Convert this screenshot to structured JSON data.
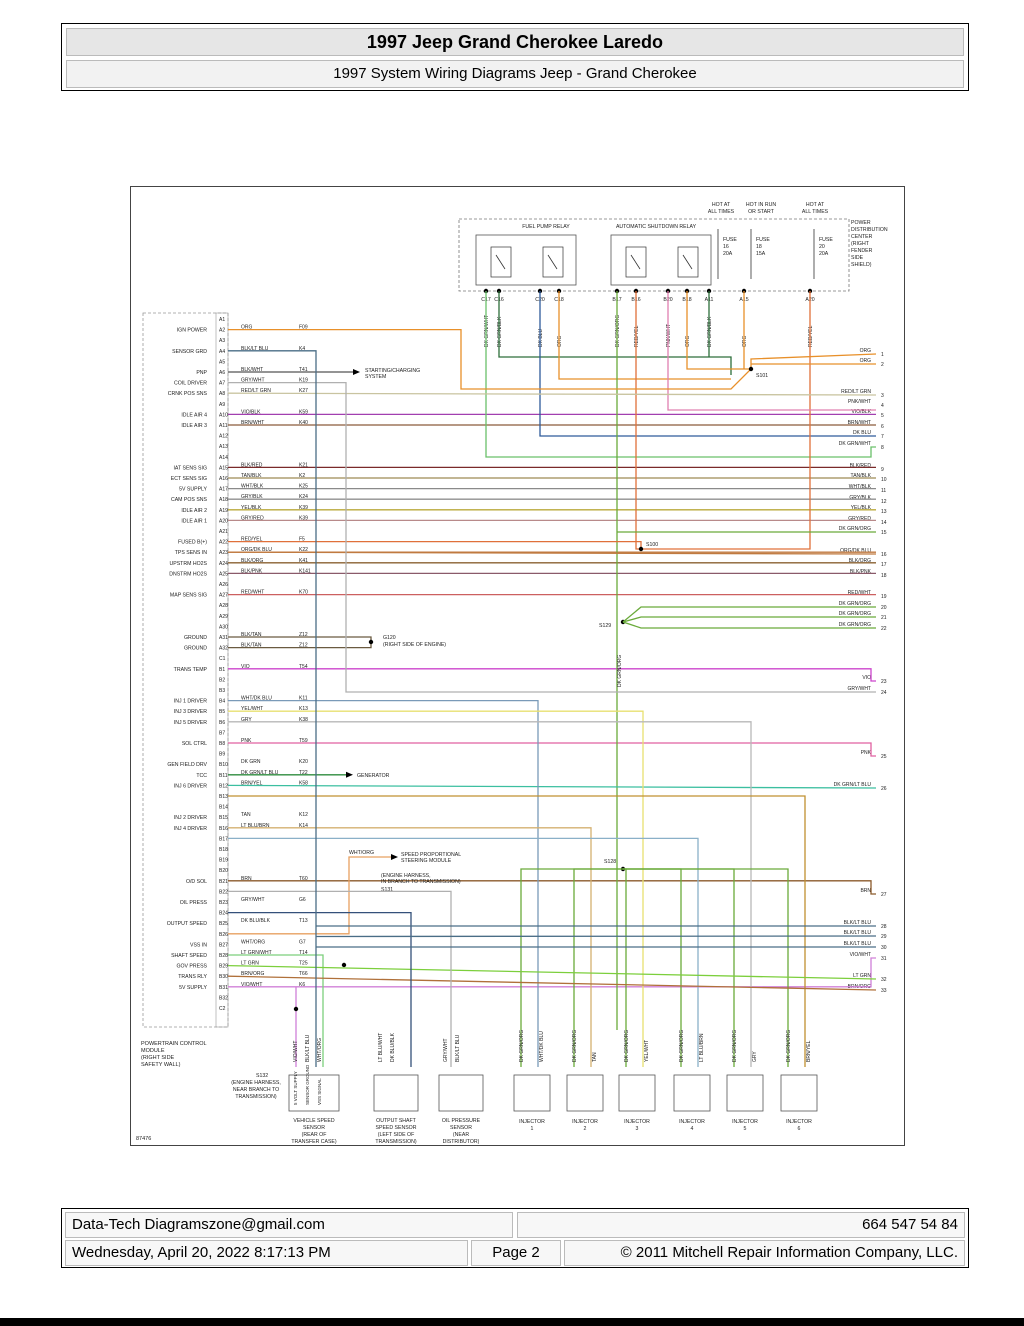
{
  "header": {
    "title": "1997 Jeep Grand Cherokee Laredo",
    "subtitle": "1997 System Wiring Diagrams Jeep - Grand Cherokee"
  },
  "footer": {
    "left_top": "Data-Tech Diagramszone@gmail.com",
    "right_top": "664 547 54 84",
    "date": "Wednesday, April 20, 2022 8:17:13 PM",
    "page": "Page 2",
    "copyright": "© 2011 Mitchell Repair Information Company, LLC."
  },
  "diagram": {
    "figure_id": "87476",
    "module_label": [
      "POWERTRAIN CONTROL",
      "MODULE",
      "(RIGHT SIDE",
      "SAFETY WALL)"
    ],
    "pdc_label": [
      "POWER",
      "DISTRIBUTION",
      "CENTER",
      "(RIGHT",
      "FENDER",
      "SIDE",
      "SHIELD)"
    ],
    "relays": [
      "FUEL PUMP RELAY",
      "AUTOMATIC SHUTDOWN RELAY"
    ],
    "hot_labels": [
      [
        "HOT AT",
        "ALL TIMES"
      ],
      [
        "HOT IN RUN",
        "OR START"
      ],
      [
        "HOT AT",
        "ALL TIMES"
      ]
    ],
    "fuses": [
      [
        "FUSE",
        "16",
        "20A"
      ],
      [
        "FUSE",
        "18",
        "15A"
      ],
      [
        "FUSE",
        "20",
        "20A"
      ]
    ],
    "pdc_pins": [
      "C17",
      "C16",
      "C20",
      "C18",
      "B17",
      "B16",
      "B20",
      "B18",
      "A11",
      "A15",
      "A20"
    ],
    "pdc_wire_colors": [
      "DK GRN/WHT",
      "DK GRN/BLK",
      "DK BLU",
      "ORG",
      "DK GRN/ORG",
      "RED/YEL",
      "PNK/WHT",
      "ORG",
      "DK GRN/BLK",
      "ORG",
      "RED/YEL"
    ],
    "pins": [
      {
        "pin": "A1",
        "func": "",
        "color": "",
        "circuit": ""
      },
      {
        "pin": "A2",
        "func": "IGN POWER",
        "color": "ORG",
        "circuit": "F09"
      },
      {
        "pin": "A3",
        "func": "",
        "color": "",
        "circuit": ""
      },
      {
        "pin": "A4",
        "func": "SENSOR GRD",
        "color": "BLK/LT BLU",
        "circuit": "K4"
      },
      {
        "pin": "A5",
        "func": "",
        "color": "",
        "circuit": ""
      },
      {
        "pin": "A6",
        "func": "PNP",
        "color": "BLK/WHT",
        "circuit": "T41"
      },
      {
        "pin": "A7",
        "func": "COIL DRIVER",
        "color": "GRY/WHT",
        "circuit": "K19"
      },
      {
        "pin": "A8",
        "func": "CRNK POS SNS",
        "color": "RED/LT GRN",
        "circuit": "K27"
      },
      {
        "pin": "A9",
        "func": "",
        "color": "",
        "circuit": ""
      },
      {
        "pin": "A10",
        "func": "IDLE AIR 4",
        "color": "VIO/BLK",
        "circuit": "K59"
      },
      {
        "pin": "A11",
        "func": "IDLE AIR 3",
        "color": "BRN/WHT",
        "circuit": "K40"
      },
      {
        "pin": "A12",
        "func": "",
        "color": "",
        "circuit": ""
      },
      {
        "pin": "A13",
        "func": "",
        "color": "",
        "circuit": ""
      },
      {
        "pin": "A14",
        "func": "",
        "color": "",
        "circuit": ""
      },
      {
        "pin": "A15",
        "func": "IAT SENS SIG",
        "color": "BLK/RED",
        "circuit": "K21"
      },
      {
        "pin": "A16",
        "func": "ECT SENS SIG",
        "color": "TAN/BLK",
        "circuit": "K2"
      },
      {
        "pin": "A17",
        "func": "5V SUPPLY",
        "color": "WHT/BLK",
        "circuit": "K25"
      },
      {
        "pin": "A18",
        "func": "CAM POS SNS",
        "color": "GRY/BLK",
        "circuit": "K24"
      },
      {
        "pin": "A19",
        "func": "IDLE AIR 2",
        "color": "YEL/BLK",
        "circuit": "K39"
      },
      {
        "pin": "A20",
        "func": "IDLE AIR 1",
        "color": "GRY/RED",
        "circuit": "K39"
      },
      {
        "pin": "A21",
        "func": "",
        "color": "",
        "circuit": ""
      },
      {
        "pin": "A22",
        "func": "FUSED B(+)",
        "color": "RED/YEL",
        "circuit": "F5"
      },
      {
        "pin": "A23",
        "func": "TPS SENS IN",
        "color": "ORG/DK BLU",
        "circuit": "K22"
      },
      {
        "pin": "A24",
        "func": "UPSTRM HO2S",
        "color": "BLK/ORG",
        "circuit": "K41"
      },
      {
        "pin": "A25",
        "func": "DNSTRM HO2S",
        "color": "BLK/PNK",
        "circuit": "K141"
      },
      {
        "pin": "A26",
        "func": "",
        "color": "",
        "circuit": ""
      },
      {
        "pin": "A27",
        "func": "MAP SENS SIG",
        "color": "RED/WHT",
        "circuit": "K70"
      },
      {
        "pin": "A28",
        "func": "",
        "color": "",
        "circuit": ""
      },
      {
        "pin": "A29",
        "func": "",
        "color": "",
        "circuit": ""
      },
      {
        "pin": "A30",
        "func": "",
        "color": "",
        "circuit": ""
      },
      {
        "pin": "A31",
        "func": "GROUND",
        "color": "BLK/TAN",
        "circuit": "Z12"
      },
      {
        "pin": "A32",
        "func": "GROUND",
        "color": "BLK/TAN",
        "circuit": "Z12"
      },
      {
        "pin": "C1",
        "func": "",
        "color": "",
        "circuit": ""
      },
      {
        "pin": "B1",
        "func": "TRANS TEMP",
        "color": "VIO",
        "circuit": "T54"
      },
      {
        "pin": "B2",
        "func": "",
        "color": "",
        "circuit": ""
      },
      {
        "pin": "B3",
        "func": "",
        "color": "",
        "circuit": ""
      },
      {
        "pin": "B4",
        "func": "INJ 1 DRIVER",
        "color": "WHT/DK BLU",
        "circuit": "K11"
      },
      {
        "pin": "B5",
        "func": "INJ 3 DRIVER",
        "color": "YEL/WHT",
        "circuit": "K13"
      },
      {
        "pin": "B6",
        "func": "INJ 5 DRIVER",
        "color": "GRY",
        "circuit": "K38"
      },
      {
        "pin": "B7",
        "func": "",
        "color": "",
        "circuit": ""
      },
      {
        "pin": "B8",
        "func": "SOL CTRL",
        "color": "PNK",
        "circuit": "T59"
      },
      {
        "pin": "B9",
        "func": "",
        "color": "",
        "circuit": ""
      },
      {
        "pin": "B10",
        "func": "GEN FIELD DRV",
        "color": "DK GRN",
        "circuit": "K20"
      },
      {
        "pin": "B11",
        "func": "TCC",
        "color": "DK GRN/LT BLU",
        "circuit": "T22"
      },
      {
        "pin": "B12",
        "func": "INJ 6 DRIVER",
        "color": "BRN/YEL",
        "circuit": "K58"
      },
      {
        "pin": "B13",
        "func": "",
        "color": "",
        "circuit": ""
      },
      {
        "pin": "B14",
        "func": "",
        "color": "",
        "circuit": ""
      },
      {
        "pin": "B15",
        "func": "INJ 2 DRIVER",
        "color": "TAN",
        "circuit": "K12"
      },
      {
        "pin": "B16",
        "func": "INJ 4 DRIVER",
        "color": "LT BLU/BRN",
        "circuit": "K14"
      },
      {
        "pin": "B17",
        "func": "",
        "color": "",
        "circuit": ""
      },
      {
        "pin": "B18",
        "func": "",
        "color": "",
        "circuit": ""
      },
      {
        "pin": "B19",
        "func": "",
        "color": "",
        "circuit": ""
      },
      {
        "pin": "B20",
        "func": "",
        "color": "",
        "circuit": ""
      },
      {
        "pin": "B21",
        "func": "O/D SOL",
        "color": "BRN",
        "circuit": "T60"
      },
      {
        "pin": "B22",
        "func": "",
        "color": "",
        "circuit": ""
      },
      {
        "pin": "B23",
        "func": "OIL PRESS",
        "color": "GRY/WHT",
        "circuit": "G6"
      },
      {
        "pin": "B24",
        "func": "",
        "color": "",
        "circuit": ""
      },
      {
        "pin": "B25",
        "func": "OUTPUT SPEED",
        "color": "DK BLU/BLK",
        "circuit": "T13"
      },
      {
        "pin": "B26",
        "func": "",
        "color": "",
        "circuit": ""
      },
      {
        "pin": "B27",
        "func": "VSS IN",
        "color": "WHT/ORG",
        "circuit": "G7"
      },
      {
        "pin": "B28",
        "func": "SHAFT SPEED",
        "color": "LT GRN/WHT",
        "circuit": "T14"
      },
      {
        "pin": "B29",
        "func": "GOV PRESS",
        "color": "LT GRN",
        "circuit": "T25"
      },
      {
        "pin": "B30",
        "func": "TRANS RLY",
        "color": "BRN/ORG",
        "circuit": "T66"
      },
      {
        "pin": "B31",
        "func": "5V SUPPLY",
        "color": "VIO/WHT",
        "circuit": "K6"
      },
      {
        "pin": "B32",
        "func": "",
        "color": "",
        "circuit": ""
      },
      {
        "pin": "C2",
        "func": "",
        "color": "",
        "circuit": ""
      }
    ],
    "right_wires": [
      {
        "n": "1",
        "label": "ORG"
      },
      {
        "n": "2",
        "label": "ORG"
      },
      {
        "n": "3",
        "label": "RED/LT GRN"
      },
      {
        "n": "4",
        "label": "PNK/WHT"
      },
      {
        "n": "5",
        "label": "VIO/BLK"
      },
      {
        "n": "6",
        "label": "BRN/WHT"
      },
      {
        "n": "7",
        "label": "DK BLU"
      },
      {
        "n": "8",
        "label": "DK GRN/WHT"
      },
      {
        "n": "9",
        "label": "BLK/RED"
      },
      {
        "n": "10",
        "label": "TAN/BLK"
      },
      {
        "n": "11",
        "label": "WHT/BLK"
      },
      {
        "n": "12",
        "label": "GRY/BLK"
      },
      {
        "n": "13",
        "label": "YEL/BLK"
      },
      {
        "n": "14",
        "label": "GRY/RED"
      },
      {
        "n": "15",
        "label": "DK GRN/ORG"
      },
      {
        "n": "16",
        "label": "ORG/DK BLU"
      },
      {
        "n": "17",
        "label": "BLK/ORG"
      },
      {
        "n": "18",
        "label": "BLK/PNK"
      },
      {
        "n": "19",
        "label": "RED/WHT"
      },
      {
        "n": "20",
        "label": "DK GRN/ORG"
      },
      {
        "n": "21",
        "label": "DK GRN/ORG"
      },
      {
        "n": "22",
        "label": "DK GRN/ORG"
      },
      {
        "n": "23",
        "label": "VIO"
      },
      {
        "n": "24",
        "label": "GRY/WHT"
      },
      {
        "n": "25",
        "label": "PNK"
      },
      {
        "n": "26",
        "label": "DK GRN/LT BLU"
      },
      {
        "n": "27",
        "label": "BRN"
      },
      {
        "n": "28",
        "label": "BLK/LT BLU"
      },
      {
        "n": "29",
        "label": "BLK/LT BLU"
      },
      {
        "n": "30",
        "label": "BLK/LT BLU"
      },
      {
        "n": "31",
        "label": "VIO/WHT"
      },
      {
        "n": "32",
        "label": "LT GRN"
      },
      {
        "n": "33",
        "label": "BRN/ORG"
      }
    ],
    "splices": [
      "S101",
      "S100",
      "S129",
      "S128",
      "S131",
      "S132"
    ],
    "notes": {
      "starting_charging": [
        "STARTING/CHARGING",
        "SYSTEM"
      ],
      "g120": [
        "G120",
        "(RIGHT SIDE OF ENGINE)"
      ],
      "generator": "GENERATOR",
      "spd_steering": [
        "SPEED PROPORTIONAL",
        "STEERING MODULE"
      ],
      "wht_org": "WHT/ORG",
      "s131": [
        "(ENGINE HARNESS,",
        "IN BRANCH TO TRANSMISSION)"
      ],
      "s132": [
        "(ENGINE HARNESS,",
        "NEAR BRANCH TO",
        "TRANSMISSION)"
      ]
    },
    "sensors": {
      "vss_wires": [
        "VIO/WHT",
        "BLK/LT BLU",
        "WHT/ORG"
      ],
      "vss_pins": [
        "5 VOLT SUPPLY",
        "SENSOR GROUND",
        "VSS SIGNAL"
      ],
      "vss_label": [
        "VEHICLE SPEED",
        "SENSOR",
        "(REAR OF",
        "TRANSFER CASE)"
      ],
      "oss_wires": [
        "LT BLU/WHT",
        "DK BLU/BLK"
      ],
      "oss_label": [
        "OUTPUT SHAFT",
        "SPEED SENSOR",
        "(LEFT SIDE OF",
        "TRANSMISSION)"
      ],
      "ops_wires": [
        "GRY/WHT",
        "BLK/LT BLU"
      ],
      "ops_label": [
        "OIL PRESSURE",
        "SENSOR",
        "(NEAR",
        "DISTRIBUTOR)"
      ]
    },
    "injectors": [
      {
        "label": "INJECTOR",
        "num": "1",
        "w1": "DK GRN/ORG",
        "w2": "WHT/DK BLU"
      },
      {
        "label": "INJECTOR",
        "num": "2",
        "w1": "DK GRN/ORG",
        "w2": "TAN"
      },
      {
        "label": "INJECTOR",
        "num": "3",
        "w1": "DK GRN/ORG",
        "w2": "YEL/WHT"
      },
      {
        "label": "INJECTOR",
        "num": "4",
        "w1": "DK GRN/ORG",
        "w2": "LT BLU/BRN"
      },
      {
        "label": "INJECTOR",
        "num": "5",
        "w1": "DK GRN/ORG",
        "w2": "GRY"
      },
      {
        "label": "INJECTOR",
        "num": "6",
        "w1": "DK GRN/ORG",
        "w2": "BRN/YEL"
      }
    ],
    "wire_hex": {
      "ORG": "#e8902a",
      "BLK/LT BLU": "#4a6d86",
      "BLK/WHT": "#555555",
      "GRY/WHT": "#b0b0b0",
      "RED/LT GRN": "#c9c4a0",
      "VIO/BLK": "#a23fb0",
      "BRN/WHT": "#8a5a3a",
      "BLK/RED": "#7a2a2a",
      "TAN/BLK": "#9d8a55",
      "WHT/BLK": "#8a8a8a",
      "GRY/BLK": "#8f8f8f",
      "YEL/BLK": "#b9a83a",
      "GRY/RED": "#b88a8a",
      "RED/YEL": "#e0703a",
      "ORG/DK BLU": "#c07a40",
      "BLK/ORG": "#8a6030",
      "BLK/PNK": "#8a5a6a",
      "RED/WHT": "#cc6060",
      "BLK/TAN": "#6a5a40",
      "VIO": "#cc44cc",
      "WHT/DK BLU": "#7a9ab8",
      "YEL/WHT": "#e8e070",
      "GRY": "#b8b8b8",
      "PNK": "#e060a0",
      "DK GRN": "#2e8b3e",
      "DK GRN/LT BLU": "#3cbfa0",
      "BRN/YEL": "#c09030",
      "TAN": "#d4b070",
      "LT BLU/BRN": "#8ab0c8",
      "BRN": "#8b5a2b",
      "DK BLU/BLK": "#34507a",
      "WHT/ORG": "#e8a060",
      "LT GRN/WHT": "#7ccf7c",
      "LT GRN": "#7ccf3c",
      "BRN/ORG": "#b0703a",
      "VIO/WHT": "#d080d8",
      "DK GRN/ORG": "#6aaa3a",
      "DK GRN/WHT": "#6ac06a",
      "DK GRN/BLK": "#2d6e3a",
      "DK BLU": "#2e5a9a",
      "PNK/WHT": "#e080b0"
    }
  }
}
